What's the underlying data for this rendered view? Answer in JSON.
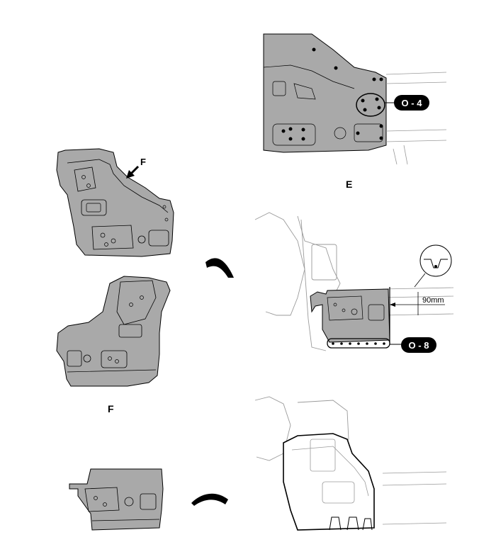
{
  "labels": {
    "view_e": "E",
    "view_f": "F",
    "arrow_f": "F"
  },
  "callouts": {
    "weld_group_top": "O - 4",
    "weld_group_middle": "O - 8"
  },
  "dimension": {
    "cut_offset": "90mm"
  },
  "colors": {
    "panel_fill": "#a9a9a9",
    "line": "#000000",
    "light_line": "#9a9a9a",
    "callout_bg": "#000000"
  }
}
